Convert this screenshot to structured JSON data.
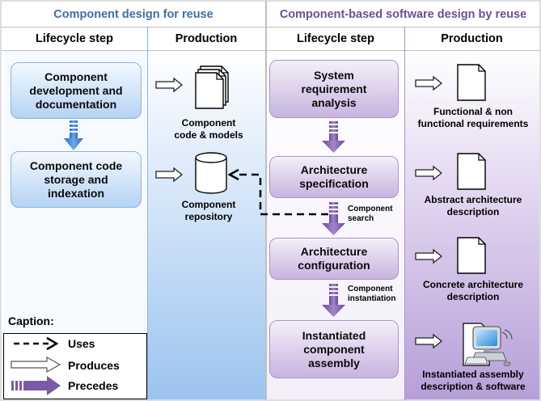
{
  "sections": {
    "left_title": "Component design for reuse",
    "right_title": "Component-based software design by reuse"
  },
  "columns": {
    "lifecycle": "Lifecycle step",
    "production": "Production"
  },
  "left_steps": [
    "Component\ndevelopment and\ndocumentation",
    "Component code\nstorage and\nindexation"
  ],
  "left_products": [
    "Component\ncode & models",
    "Component\nrepository"
  ],
  "right_steps": [
    "System\nrequirement\nanalysis",
    "Architecture\nspecification",
    "Architecture\nconfiguration",
    "Instantiated\ncomponent\nassembly"
  ],
  "right_products": [
    "Functional & non\nfunctional requirements",
    "Abstract architecture\ndescription",
    "Concrete architecture\ndescription",
    "Instantiated assembly\ndescription & software"
  ],
  "arrow_labels": {
    "search": "Component\nsearch",
    "instantiation": "Component\ninstantiation"
  },
  "caption": {
    "title": "Caption:",
    "uses": "Uses",
    "produces": "Produces",
    "precedes": "Precedes"
  },
  "colors": {
    "left_title": "#3f6fa3",
    "right_title": "#6c4f93",
    "blue_column": "#9cc4ef",
    "purple_column": "#b69fd8",
    "blue_arrow": "#3b7ccc",
    "purple_arrow": "#7b5aa6"
  },
  "icons": {
    "document": "document-icon",
    "multi_document": "stacked-documents-icon",
    "repository": "database-cylinder-icon",
    "computer": "computer-icon"
  }
}
